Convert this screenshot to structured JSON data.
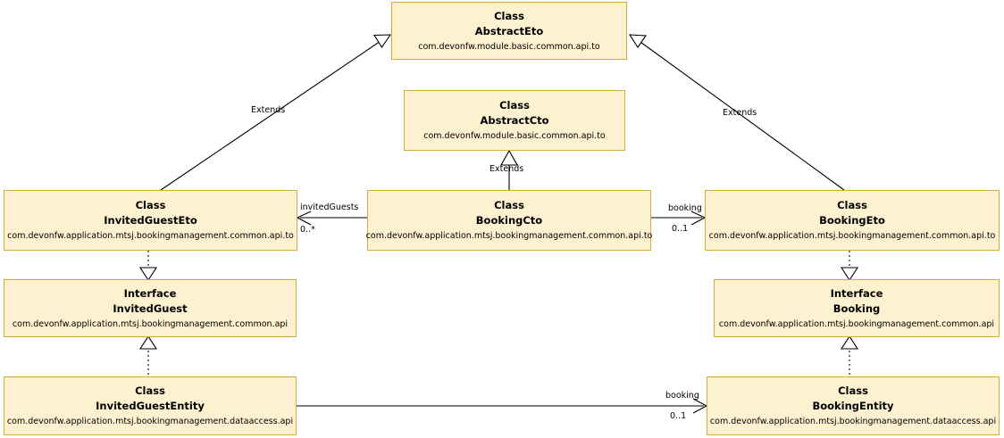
{
  "diagram": {
    "title": "UML class diagram",
    "colors": {
      "box_fill": "#fdf1cf",
      "box_border": "#d4ab3c",
      "line": "#000000",
      "background": "#ffffff"
    },
    "nodes": [
      {
        "id": "abstract-eto",
        "stereotype": "Class",
        "name": "AbstractEto",
        "package": "com.devonfw.module.basic.common.api.to"
      },
      {
        "id": "abstract-cto",
        "stereotype": "Class",
        "name": "AbstractCto",
        "package": "com.devonfw.module.basic.common.api.to"
      },
      {
        "id": "invited-guest-eto",
        "stereotype": "Class",
        "name": "InvitedGuestEto",
        "package": "com.devonfw.application.mtsj.bookingmanagement.common.api.to"
      },
      {
        "id": "booking-cto",
        "stereotype": "Class",
        "name": "BookingCto",
        "package": "com.devonfw.application.mtsj.bookingmanagement.common.api.to"
      },
      {
        "id": "booking-eto",
        "stereotype": "Class",
        "name": "BookingEto",
        "package": "com.devonfw.application.mtsj.bookingmanagement.common.api.to"
      },
      {
        "id": "invited-guest-interface",
        "stereotype": "Interface",
        "name": "InvitedGuest",
        "package": "com.devonfw.application.mtsj.bookingmanagement.common.api"
      },
      {
        "id": "booking-interface",
        "stereotype": "Interface",
        "name": "Booking",
        "package": "com.devonfw.application.mtsj.bookingmanagement.common.api"
      },
      {
        "id": "invited-guest-entity",
        "stereotype": "Class",
        "name": "InvitedGuestEntity",
        "package": "com.devonfw.application.mtsj.bookingmanagement.dataaccess.api"
      },
      {
        "id": "booking-entity",
        "stereotype": "Class",
        "name": "BookingEntity",
        "package": "com.devonfw.application.mtsj.bookingmanagement.dataaccess.api"
      }
    ],
    "edges": [
      {
        "id": "invited-guest-eto-extends-abstract-eto",
        "from": "invited-guest-eto",
        "to": "abstract-eto",
        "kind": "generalization",
        "label": "Extends",
        "multiplicity": ""
      },
      {
        "id": "booking-eto-extends-abstract-eto",
        "from": "booking-eto",
        "to": "abstract-eto",
        "kind": "generalization",
        "label": "Extends",
        "multiplicity": ""
      },
      {
        "id": "booking-cto-extends-abstract-cto",
        "from": "booking-cto",
        "to": "abstract-cto",
        "kind": "generalization",
        "label": "Extends",
        "multiplicity": ""
      },
      {
        "id": "booking-cto-invited-guests",
        "from": "booking-cto",
        "to": "invited-guest-eto",
        "kind": "association",
        "label": "invitedGuests",
        "multiplicity": "0..*"
      },
      {
        "id": "booking-cto-booking",
        "from": "booking-cto",
        "to": "booking-eto",
        "kind": "association",
        "label": "booking",
        "multiplicity": "0..1"
      },
      {
        "id": "invited-guest-eto-implements",
        "from": "invited-guest-eto",
        "to": "invited-guest-interface",
        "kind": "realization",
        "label": "",
        "multiplicity": ""
      },
      {
        "id": "booking-eto-implements",
        "from": "booking-eto",
        "to": "booking-interface",
        "kind": "realization",
        "label": "",
        "multiplicity": ""
      },
      {
        "id": "invited-guest-entity-implements",
        "from": "invited-guest-entity",
        "to": "invited-guest-interface",
        "kind": "realization",
        "label": "",
        "multiplicity": ""
      },
      {
        "id": "booking-entity-implements",
        "from": "booking-entity",
        "to": "booking-interface",
        "kind": "realization",
        "label": "",
        "multiplicity": ""
      },
      {
        "id": "invited-guest-entity-booking",
        "from": "invited-guest-entity",
        "to": "booking-entity",
        "kind": "association",
        "label": "booking",
        "multiplicity": "0..1"
      }
    ]
  }
}
